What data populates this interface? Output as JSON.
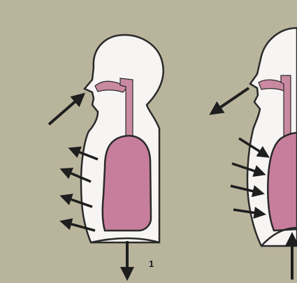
{
  "figure": {
    "panels": [
      {
        "id": "left",
        "label": "1"
      },
      {
        "id": "right",
        "label": ""
      }
    ],
    "colors": {
      "background": "#b9b49c",
      "body": "#f7f5f3",
      "outline": "#2a2a2a",
      "airway": "#c98aa1",
      "lung": "#c77e9c",
      "arrow": "#1e1e1e"
    }
  }
}
